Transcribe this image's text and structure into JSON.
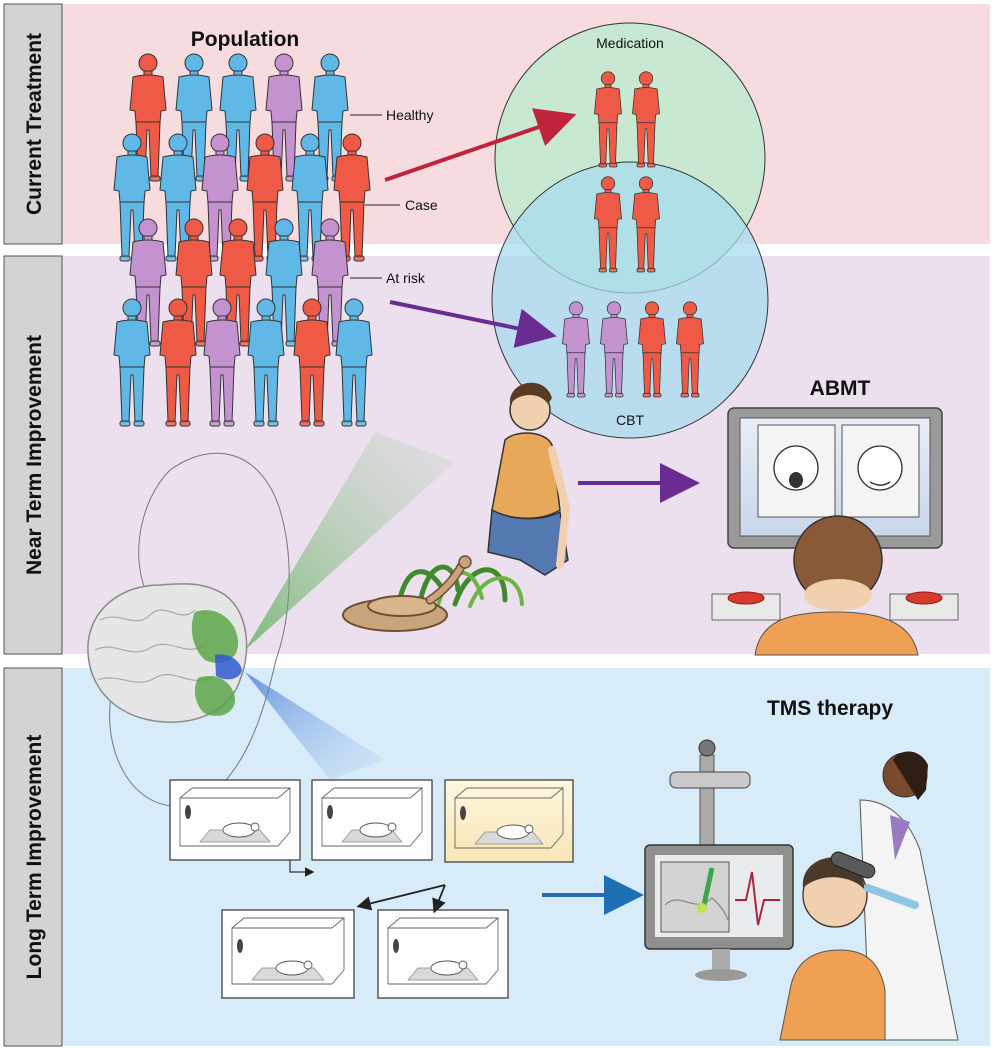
{
  "bands": {
    "current": {
      "label": "Current Treatment",
      "color": "#f6dcdf"
    },
    "near": {
      "label": "Near Term Improvement",
      "color": "#ece0ee"
    },
    "long": {
      "label": "Long Term Improvement",
      "color": "#d7ecf8"
    }
  },
  "population": {
    "title": "Population",
    "legend": {
      "healthy": "Healthy",
      "case": "Case",
      "at_risk": "At risk"
    },
    "colors": {
      "healthy": "#5fb8e6",
      "case": "#ee5a45",
      "at_risk": "#c493cf"
    }
  },
  "venn": {
    "top_label": "Medication",
    "bottom_label": "CBT",
    "top_color": "#c8e8d2",
    "bottom_color": "#a8dcef"
  },
  "abmt": {
    "title": "ABMT"
  },
  "tms": {
    "title": "TMS therapy"
  },
  "arrow_colors": {
    "red": "#c0233a",
    "purple": "#6a2c91",
    "blue": "#1f6fb5"
  }
}
